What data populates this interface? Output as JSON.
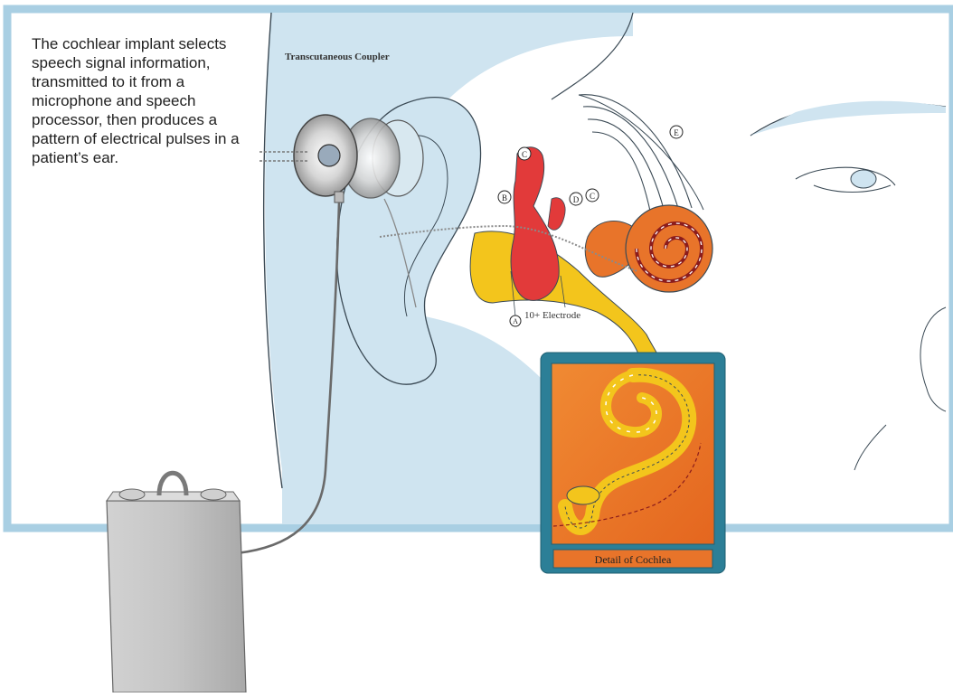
{
  "caption": "The cochlear implant selects speech signal information, transmitted to it from a microphone and speech processor, then produces a pattern of electrical pulses in a patient’s ear.",
  "diagram": {
    "coupler_label": "Transcutaneous Coupler",
    "electrode_label": "10+ Electrode",
    "detail_label": "Detail of Cochlea",
    "markers": [
      {
        "id": "marker-c-top",
        "letter": "C"
      },
      {
        "id": "marker-b",
        "letter": "B"
      },
      {
        "id": "marker-d",
        "letter": "D"
      },
      {
        "id": "marker-c-right",
        "letter": "C"
      },
      {
        "id": "marker-e",
        "letter": "E"
      },
      {
        "id": "marker-a",
        "letter": "A"
      }
    ]
  },
  "colors": {
    "panel_bg": "#ffffff",
    "panel_border": "#a9cfe3",
    "skin_shade": "#cfe4f0",
    "outline": "#3b4a55",
    "red": "#e23a3a",
    "orange": "#e8742a",
    "yellow": "#f3c51c",
    "detail_frame": "#2c7f97",
    "detail_bg": "#e8782a",
    "device": "#bdbdbd"
  }
}
